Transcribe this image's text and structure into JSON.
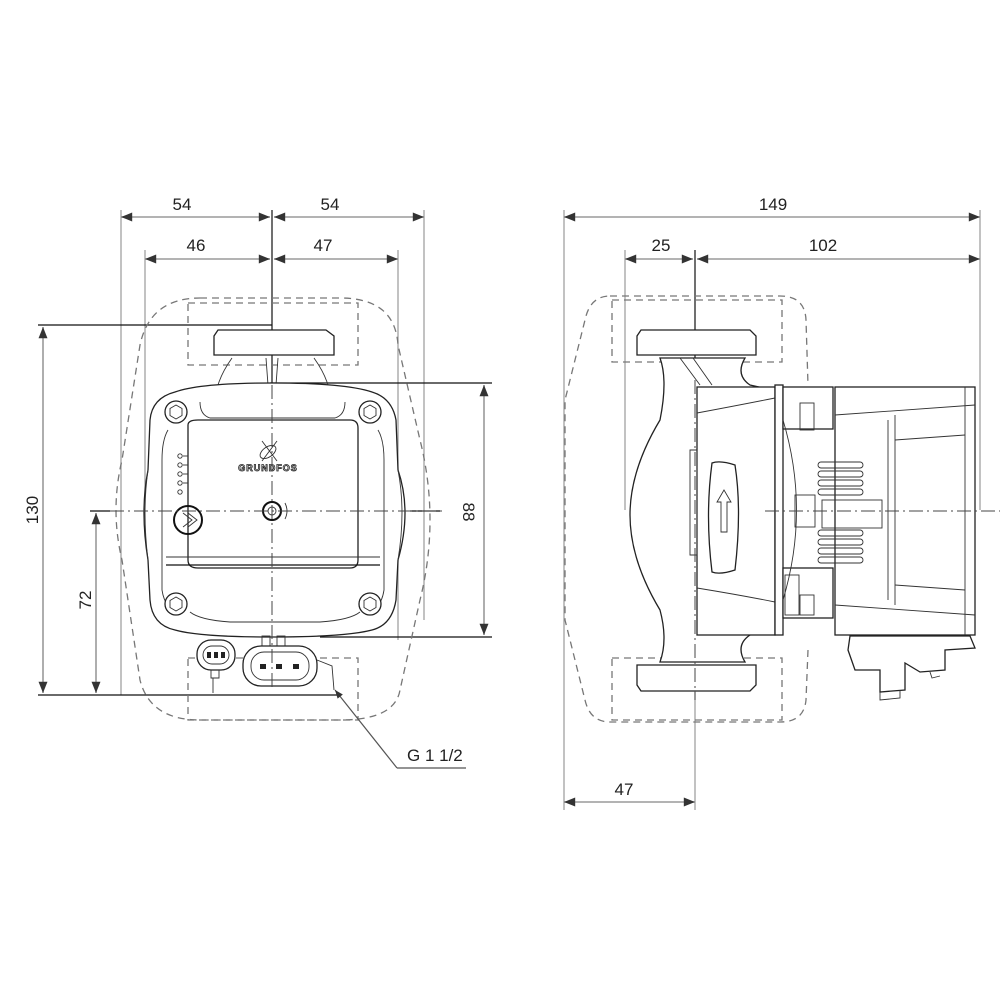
{
  "drawing": {
    "type": "technical dimension drawing",
    "subject": "circulator pump",
    "brand_mark": "GRUNDFOS",
    "units": "mm"
  },
  "front_view": {
    "dimensions": {
      "top_left_half_outer": "54",
      "top_right_half_outer": "54",
      "top_left_half_inner": "46",
      "top_right_half_inner": "47",
      "overall_height": "130",
      "axis_height": "72",
      "body_height": "88"
    },
    "thread_callout": "G 1 1/2",
    "logo_text": "GRUNDFOS"
  },
  "side_view": {
    "dimensions": {
      "overall_length": "149",
      "flange_to_axis": "25",
      "axis_to_end": "102",
      "bottom_offset": "47"
    }
  },
  "colors": {
    "line": "#222222",
    "dimension_line": "#9a9a9a",
    "background": "#ffffff"
  }
}
